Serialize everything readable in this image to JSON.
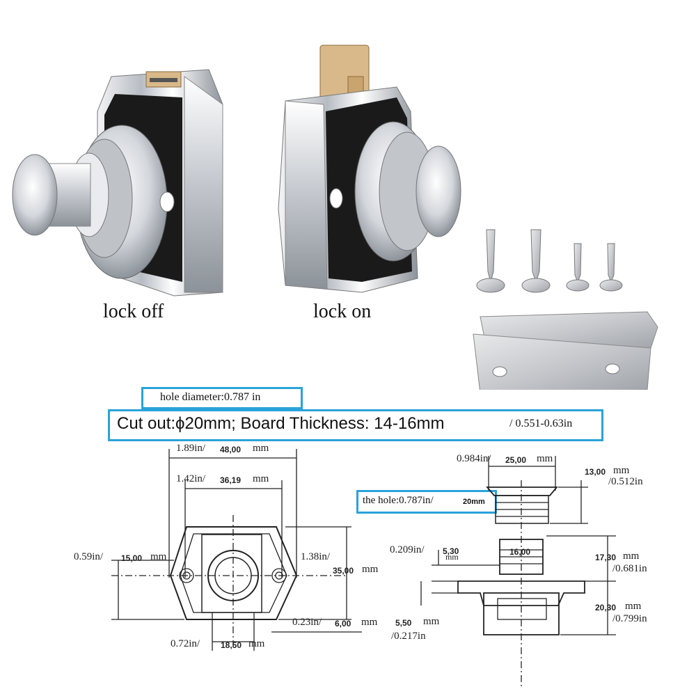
{
  "product": {
    "captions": {
      "lock_off": "lock off",
      "lock_on": "lock on"
    }
  },
  "callouts": {
    "hole_diameter": "hole diameter:0.787 in",
    "cutout_main": "Cut out:ϕ20mm; Board Thickness: 14-16mm",
    "cutout_inches": "/ 0.551-0.63in",
    "the_hole_a": "the hole:0.787in/",
    "the_hole_b": "20mm"
  },
  "front_drawing": {
    "w_total_in": "1.89in/",
    "w_total_mm": "48,00",
    "w_total_unit": "mm",
    "w_inner_in": "1.42in/",
    "w_inner_mm": "36,19",
    "w_inner_unit": "mm",
    "left_h_in": "0.59in/",
    "left_h_mm": "15,00",
    "left_h_unit": "mm",
    "right_h_in": "1.38in/",
    "right_h_mm": "35,00",
    "right_h_unit": "mm",
    "bottom_small_in": "0.23in/",
    "bottom_small_mm": "6,00",
    "bottom_small_unit": "mm",
    "bottom_w_in": "0.72in/",
    "bottom_w_mm": "18,50",
    "bottom_w_unit": "mm"
  },
  "side_drawing": {
    "top_w_in": "0.984in/",
    "top_w_mm": "25,00",
    "top_w_unit": "mm",
    "cap_h_mm": "13,00",
    "cap_h_unit": "mm",
    "cap_h_in": "/0.512in",
    "stem_in": "0.209in/",
    "stem_mm": "5,30",
    "stem_unit": "mm",
    "stem_label": "16,00",
    "mid_mm": "17,30",
    "mid_unit": "mm",
    "mid_in": "/0.681in",
    "base_mm": "20,30",
    "base_unit": "mm",
    "base_in": "/0.799in",
    "flange_mm": "5,50",
    "flange_unit": "mm",
    "flange_in": "/0.217in"
  },
  "colors": {
    "callout_border": "#29a3d9",
    "chrome": "#c9ccd1",
    "plastic": "#d9b98a"
  }
}
